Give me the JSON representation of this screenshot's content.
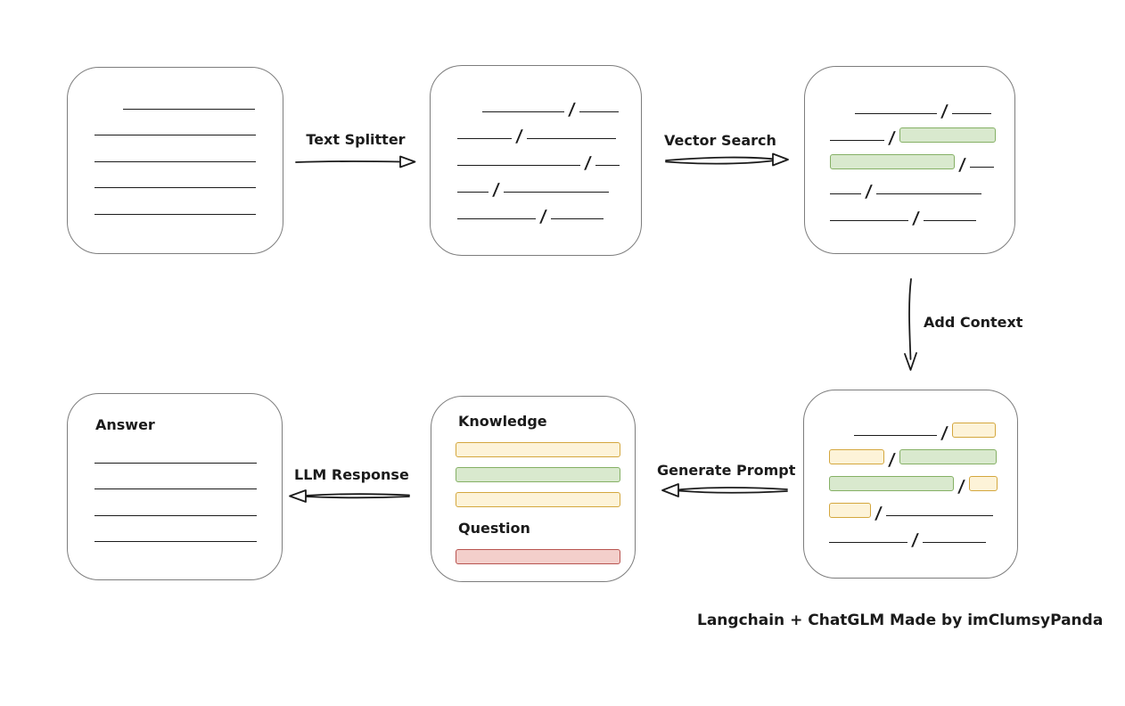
{
  "caption": "Langchain + ChatGLM Made by imClumsyPanda",
  "separator": "/",
  "colors": {
    "ink": "#1b1b1b",
    "box_stroke": "#7d7d7d",
    "green_fill": "#d9e9ce",
    "green_stroke": "#85b065",
    "yellow_fill": "#fdf3d8",
    "yellow_stroke": "#d4a73e",
    "red_fill": "#f3cfcb",
    "red_stroke": "#b85450"
  },
  "arrows": {
    "text_splitter": {
      "label": "Text Splitter",
      "direction": "right"
    },
    "vector_search": {
      "label": "Vector Search",
      "direction": "right"
    },
    "add_context": {
      "label": "Add Context",
      "direction": "down"
    },
    "generate_prompt": {
      "label": "Generate Prompt",
      "direction": "left"
    },
    "llm_response": {
      "label": "LLM Response",
      "direction": "left"
    }
  },
  "nodes": {
    "document": {
      "lines": [
        {
          "w": 148,
          "indent": 32
        },
        {
          "w": 181
        },
        {
          "w": 181
        },
        {
          "w": 181
        },
        {
          "w": 181
        }
      ]
    },
    "chunks": {
      "rows": [
        [
          {
            "type": "line",
            "w": 92,
            "indent": 28
          },
          {
            "type": "slash"
          },
          {
            "type": "line",
            "w": 44
          }
        ],
        [
          {
            "type": "line",
            "w": 61
          },
          {
            "type": "slash"
          },
          {
            "type": "line",
            "w": 100
          }
        ],
        [
          {
            "type": "line",
            "w": 138
          },
          {
            "type": "slash"
          },
          {
            "type": "line",
            "w": 27
          }
        ],
        [
          {
            "type": "line",
            "w": 35
          },
          {
            "type": "slash"
          },
          {
            "type": "line",
            "w": 118
          }
        ],
        [
          {
            "type": "line",
            "w": 88
          },
          {
            "type": "slash"
          },
          {
            "type": "line",
            "w": 59
          }
        ]
      ]
    },
    "matched_chunks": {
      "rows": [
        [
          {
            "type": "line",
            "w": 92,
            "indent": 28
          },
          {
            "type": "slash"
          },
          {
            "type": "line",
            "w": 44
          }
        ],
        [
          {
            "type": "line",
            "w": 61
          },
          {
            "type": "slash"
          },
          {
            "type": "chunk",
            "color": "green",
            "w": 106
          }
        ],
        [
          {
            "type": "chunk",
            "color": "green",
            "w": 138
          },
          {
            "type": "slash"
          },
          {
            "type": "line",
            "w": 27
          }
        ],
        [
          {
            "type": "line",
            "w": 35
          },
          {
            "type": "slash"
          },
          {
            "type": "line",
            "w": 118
          }
        ],
        [
          {
            "type": "line",
            "w": 88
          },
          {
            "type": "slash"
          },
          {
            "type": "line",
            "w": 59
          }
        ]
      ]
    },
    "context_chunks": {
      "rows": [
        [
          {
            "type": "line",
            "w": 93,
            "indent": 28
          },
          {
            "type": "slash"
          },
          {
            "type": "chunk",
            "color": "yellow",
            "w": 47
          }
        ],
        [
          {
            "type": "chunk",
            "color": "yellow",
            "w": 60
          },
          {
            "type": "slash"
          },
          {
            "type": "chunk",
            "color": "green",
            "w": 107
          }
        ],
        [
          {
            "type": "chunk",
            "color": "green",
            "w": 138
          },
          {
            "type": "slash"
          },
          {
            "type": "chunk",
            "color": "yellow",
            "w": 30
          }
        ],
        [
          {
            "type": "chunk",
            "color": "yellow",
            "w": 45
          },
          {
            "type": "slash"
          },
          {
            "type": "line",
            "w": 120
          }
        ],
        [
          {
            "type": "line",
            "w": 88
          },
          {
            "type": "slash"
          },
          {
            "type": "line",
            "w": 71
          }
        ]
      ]
    },
    "prompt": {
      "knowledge_label": "Knowledge",
      "question_label": "Question",
      "knowledge_bars": [
        "yellow",
        "green",
        "yellow"
      ],
      "question_bars": [
        "red"
      ]
    },
    "answer": {
      "label": "Answer",
      "lines": [
        {
          "w": 182
        },
        {
          "w": 182
        },
        {
          "w": 182
        },
        {
          "w": 182
        }
      ]
    }
  }
}
